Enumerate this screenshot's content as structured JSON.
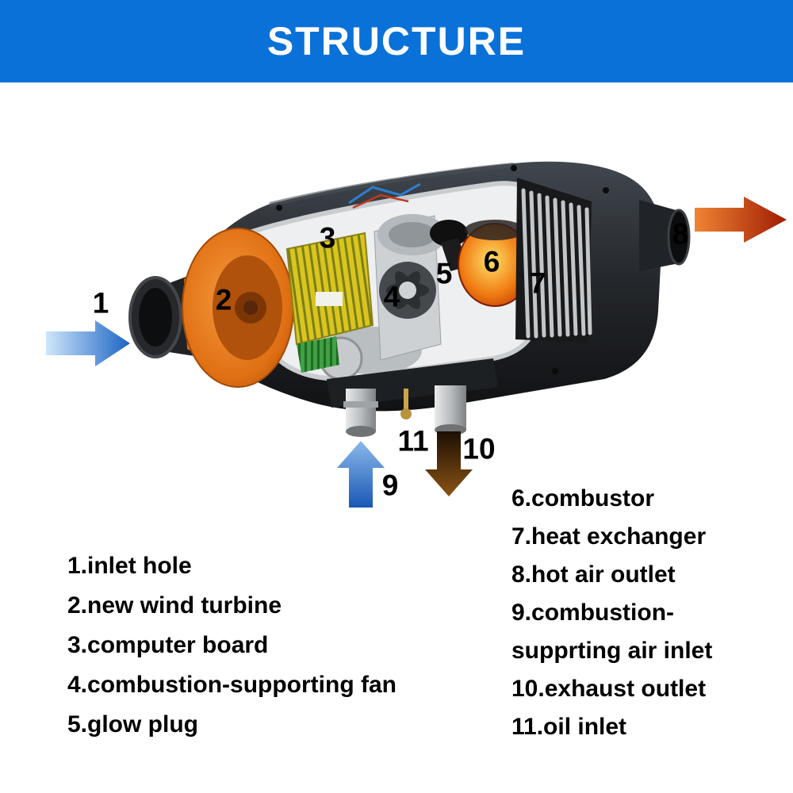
{
  "header": {
    "title": "STRUCTURE",
    "bg_color": "#0a71d8",
    "text_color": "#ffffff"
  },
  "diagram": {
    "callout_numbers": [
      "1",
      "2",
      "3",
      "4",
      "5",
      "6",
      "7",
      "8",
      "9",
      "10",
      "11"
    ],
    "arrows": [
      {
        "name": "inlet-air-arrow",
        "direction": "right",
        "color": "#1b64c4"
      },
      {
        "name": "hot-air-outlet-arrow",
        "direction": "right",
        "color": "#a01c03"
      },
      {
        "name": "combustion-air-inlet-arrow",
        "direction": "up",
        "color": "#1a57b4"
      },
      {
        "name": "exhaust-outlet-arrow",
        "direction": "down",
        "color": "#6b3c0c"
      }
    ],
    "part_colors": {
      "body": "#1a1d20",
      "wind_turbine": "#e8761a",
      "computer_board": "#d9c51f",
      "combustor": "#f07a12",
      "heat_exchanger_fins": "#c2c6c8"
    }
  },
  "legend": {
    "left": [
      "1.inlet hole",
      "2.new wind turbine",
      "3.computer board",
      "4.combustion-supporting fan",
      "5.glow plug"
    ],
    "right": [
      "6.combustor",
      "7.heat exchanger",
      "8.hot air outlet",
      "9.combustion-",
      "supprting air inlet",
      "10.exhaust outlet",
      "11.oil inlet"
    ]
  }
}
